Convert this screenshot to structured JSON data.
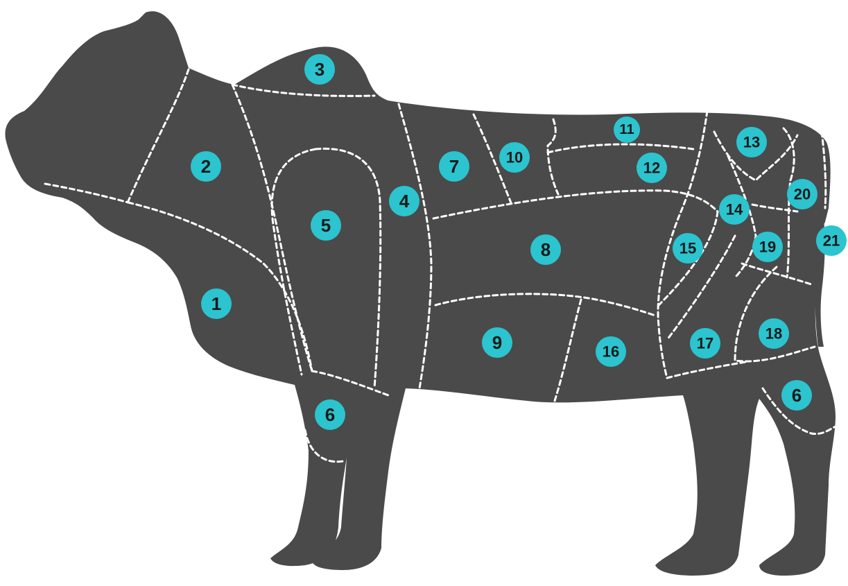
{
  "colors": {
    "silhouette": "#4a4a4a",
    "badge": "#2bc4cf",
    "cut_lines": "#ffffff",
    "badge_text": "#1a1a1a"
  },
  "cuts": [
    {
      "id": "cut-1",
      "label": "1"
    },
    {
      "id": "cut-2",
      "label": "2"
    },
    {
      "id": "cut-3",
      "label": "3"
    },
    {
      "id": "cut-4",
      "label": "4"
    },
    {
      "id": "cut-5",
      "label": "5"
    },
    {
      "id": "cut-6-front",
      "label": "6"
    },
    {
      "id": "cut-7",
      "label": "7"
    },
    {
      "id": "cut-8",
      "label": "8"
    },
    {
      "id": "cut-9",
      "label": "9"
    },
    {
      "id": "cut-10",
      "label": "10"
    },
    {
      "id": "cut-11",
      "label": "11"
    },
    {
      "id": "cut-12",
      "label": "12"
    },
    {
      "id": "cut-13",
      "label": "13"
    },
    {
      "id": "cut-14",
      "label": "14"
    },
    {
      "id": "cut-15",
      "label": "15"
    },
    {
      "id": "cut-16",
      "label": "16"
    },
    {
      "id": "cut-17",
      "label": "17"
    },
    {
      "id": "cut-18",
      "label": "18"
    },
    {
      "id": "cut-19",
      "label": "19"
    },
    {
      "id": "cut-20",
      "label": "20"
    },
    {
      "id": "cut-21",
      "label": "21"
    },
    {
      "id": "cut-6-rear",
      "label": "6"
    }
  ]
}
